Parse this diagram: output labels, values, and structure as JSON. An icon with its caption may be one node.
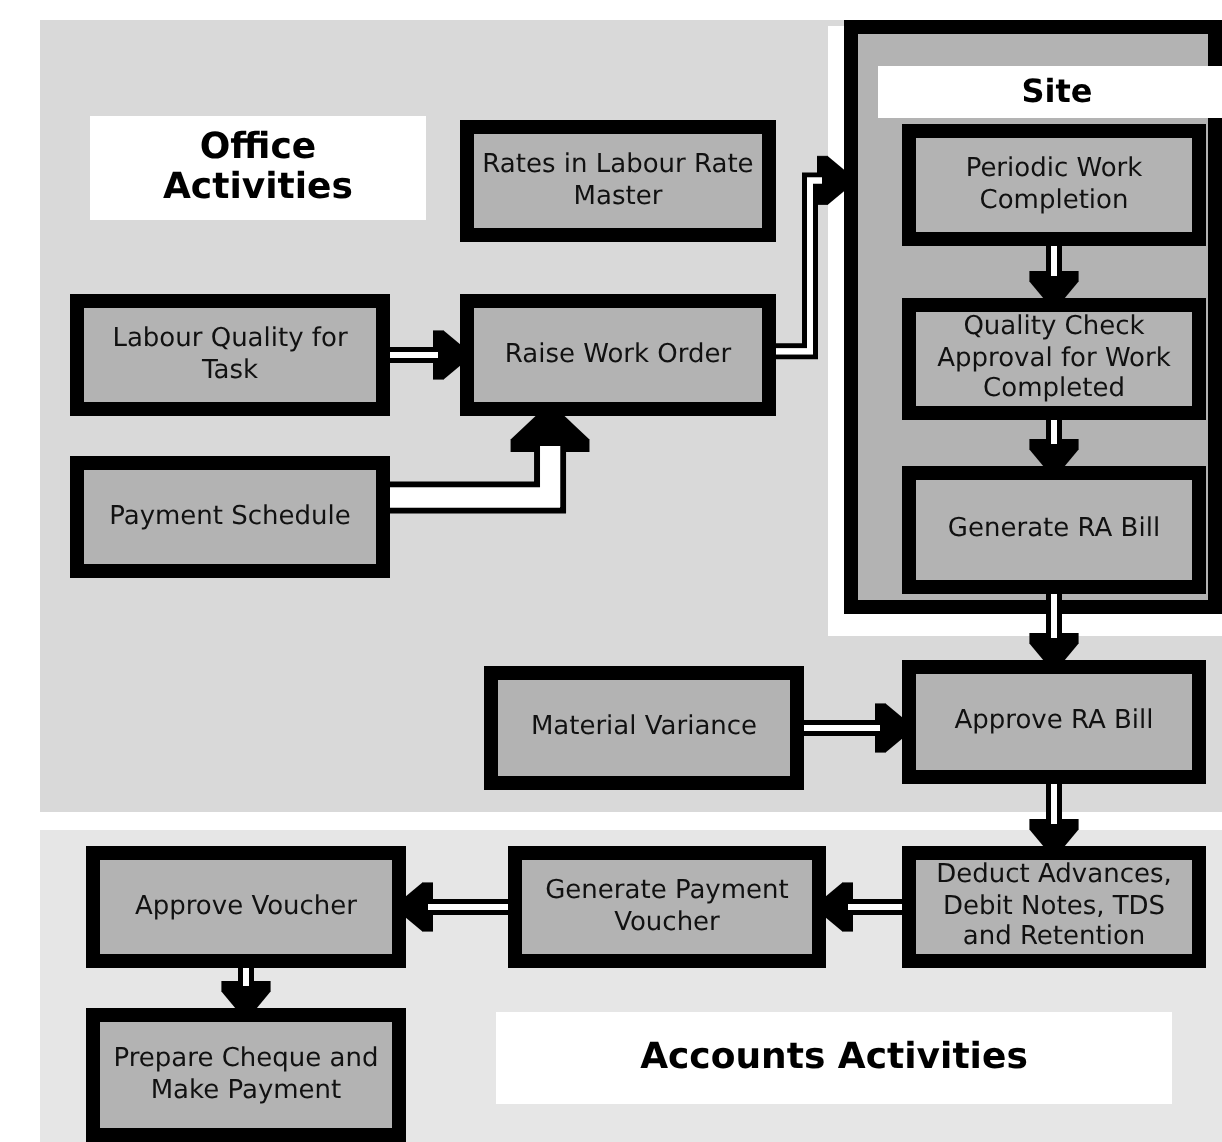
{
  "diagram": {
    "nodes": [
      {
        "text": [
          "Office Activities"
        ]
      },
      {
        "text": [
          "Rates in Labour Rate Master"
        ],
        "in": 0
      },
      {
        "text": [
          "Labour Quality for Task"
        ],
        "in": 0
      },
      {
        "text": [
          "Raise Work Order"
        ],
        "in": 0
      },
      {
        "text": [
          "Payment Schedule"
        ],
        "in": 0
      },
      {
        "text": [
          "Material Variance"
        ],
        "in": 0
      },
      {
        "text": [
          "Approve RA Bill"
        ],
        "in": 0
      },
      {
        "text": [
          "Site"
        ],
        "in": 0
      },
      {
        "text": [
          "Periodic Work Completion"
        ],
        "in": 7
      },
      {
        "text": [
          "Quality Check Approval for Work Completed"
        ],
        "in": 7
      },
      {
        "text": [
          "Generate RA Bill"
        ],
        "in": 7
      },
      {
        "text": [
          "Accounts Activities"
        ]
      },
      {
        "text": [
          "Deduct Advances, Debit Notes, TDS and Retention"
        ],
        "in": 11
      },
      {
        "text": [
          "Generate Payment Voucher"
        ],
        "in": 11
      },
      {
        "text": [
          "Approve Voucher"
        ],
        "in": 11
      },
      {
        "text": [
          "Prepare Cheque and Make Payment"
        ],
        "in": 11
      }
    ],
    "edges": [
      {
        "from": 2,
        "to": 3,
        "arrow": "to"
      },
      {
        "from": 4,
        "to": 3,
        "arrow": "to",
        "style": "thick"
      },
      {
        "from": 3,
        "to": 7,
        "arrow": "to"
      },
      {
        "from": 8,
        "to": 9,
        "arrow": "to"
      },
      {
        "from": 9,
        "to": 10,
        "arrow": "to"
      },
      {
        "from": 10,
        "to": 6,
        "arrow": "to"
      },
      {
        "from": 5,
        "to": 6,
        "arrow": "to"
      },
      {
        "from": 6,
        "to": 12,
        "arrow": "to"
      },
      {
        "from": 12,
        "to": 13,
        "arrow": "to"
      },
      {
        "from": 13,
        "to": 14,
        "arrow": "to"
      },
      {
        "from": 14,
        "to": 15,
        "arrow": "to"
      }
    ]
  }
}
